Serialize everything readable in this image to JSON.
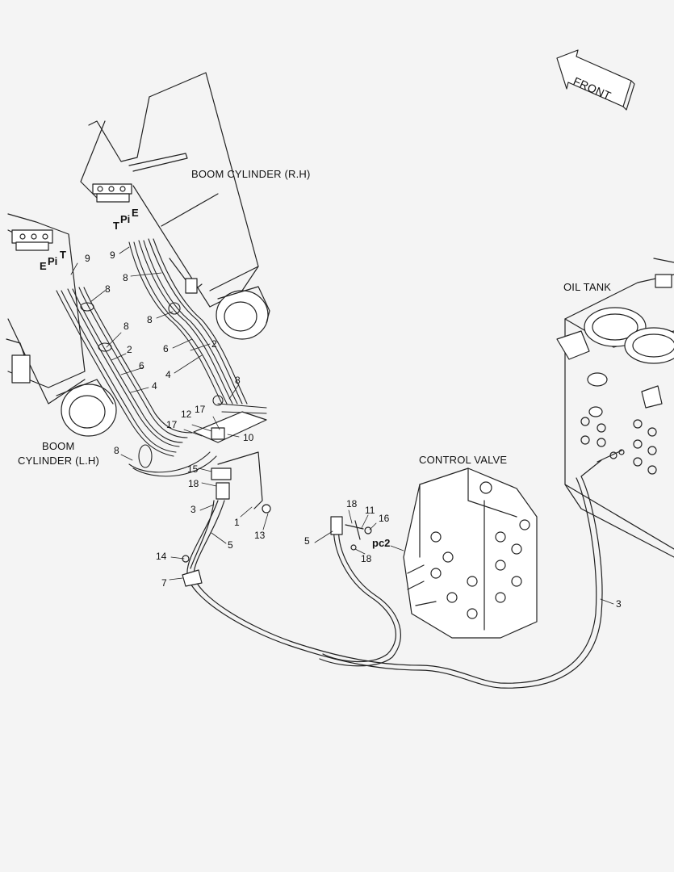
{
  "titles": {
    "boom_cylinder_rh": "BOOM CYLINDER (R.H)",
    "boom_cylinder_lh_line1": "BOOM",
    "boom_cylinder_lh_line2": "CYLINDER (L.H)",
    "oil_tank": "OIL TANK",
    "control_valve": "CONTROL VALVE",
    "front": "FRONT"
  },
  "ports": {
    "rh_t": "T",
    "rh_pi": "Pi",
    "rh_e": "E",
    "lh_e": "E",
    "lh_pi": "Pi",
    "lh_t": "T",
    "pc2": "pc2"
  },
  "callouts": {
    "c9_rh": "9",
    "c8_rh_a": "8",
    "c8_rh_b": "8",
    "c6_rh": "6",
    "c2_rh": "2",
    "c4_rh": "4",
    "c8_rh_c": "8",
    "c9_lh": "9",
    "c8_lh_a": "8",
    "c8_lh_b": "8",
    "c2_lh": "2",
    "c6_lh": "6",
    "c4_lh": "4",
    "c8_lh_c": "8",
    "c12": "12",
    "c17_a": "17",
    "c17_b": "17",
    "c10": "10",
    "c15": "15",
    "c18_a": "18",
    "c3_a": "3",
    "c1": "1",
    "c13": "13",
    "c5_a": "5",
    "c14": "14",
    "c7": "7",
    "c18_b": "18",
    "c11": "11",
    "c16": "16",
    "c5_b": "5",
    "c18_c": "18",
    "c3_b": "3"
  }
}
